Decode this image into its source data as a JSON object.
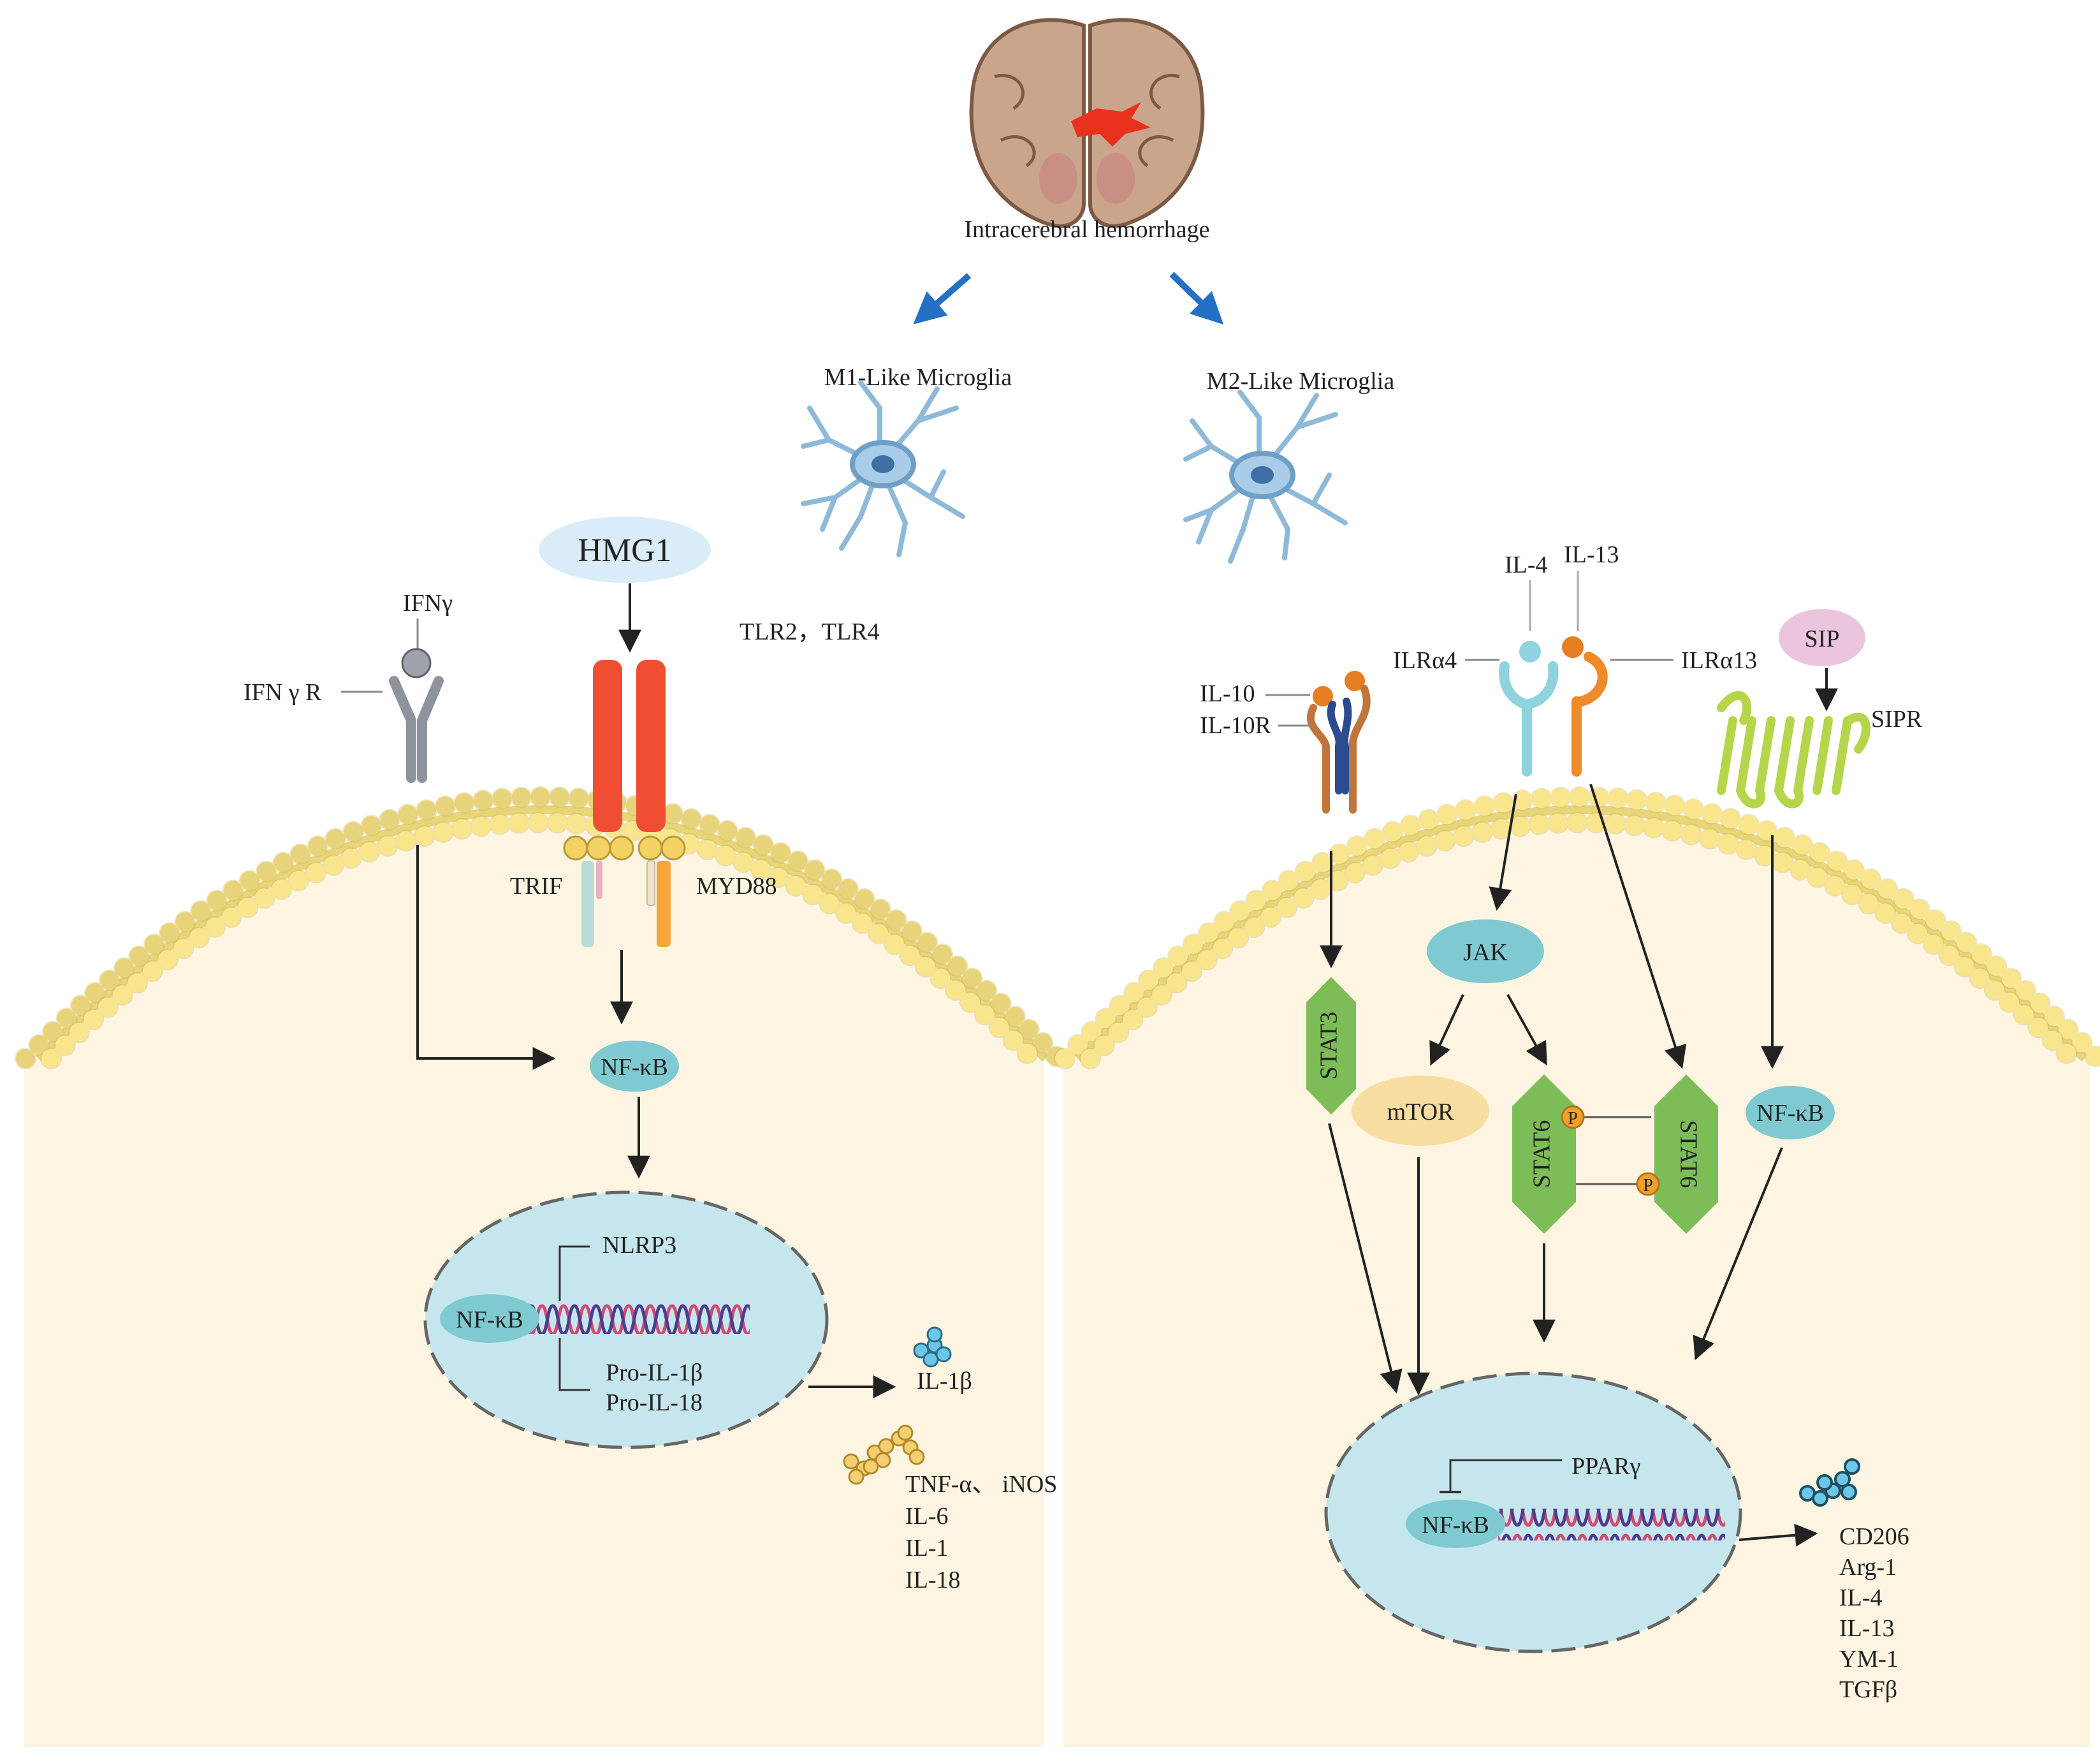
{
  "top": {
    "title": "Intracerebral hemorrhage",
    "m1_label": "M1-Like Microglia",
    "m2_label": "M2-Like Microglia"
  },
  "m1": {
    "hmg1": "HMG1",
    "tlr": "TLR2，TLR4",
    "ifng": "IFNγ",
    "ifngr": "IFN γ R",
    "trif": "TRIF",
    "myd88": "MYD88",
    "nfkb": "NF-κB",
    "nucleus": {
      "nlrp3": "NLRP3",
      "nfkb": "NF-κB",
      "pro_il1b": "Pro-IL-1β",
      "pro_il18": "Pro-IL-18"
    },
    "il1b": "IL-1β",
    "outputs": [
      "TNF-α、 iNOS",
      "IL-6",
      "IL-1",
      "IL-18"
    ]
  },
  "m2": {
    "il4": "IL-4",
    "il13": "IL-13",
    "ilra4": "ILRα4",
    "ilra13": "ILRα13",
    "il10": "IL-10",
    "il10r": "IL-10R",
    "sip": "SIP",
    "sipr": "SIPR",
    "jak": "JAK",
    "stat3": "STAT3",
    "mtor": "mTOR",
    "stat6_a": "STAT6",
    "stat6_b": "STAT6",
    "p": "P",
    "nfkb": "NF-κB",
    "nucleus": {
      "ppar": "PPARγ",
      "nfkb": "NF-κB"
    },
    "outputs": [
      "CD206",
      "Arg-1",
      "IL-4",
      "IL-13",
      "YM-1",
      "TGFβ"
    ]
  },
  "colors": {
    "cytoplasm": "#fdf5e2",
    "nucleus": "#c6e6ee",
    "lipid_head": "#f8e58c",
    "tlr": "#f04e33",
    "nfkb": "#7fc9d1",
    "stat": "#7dbd58",
    "mtor": "#f7dea0",
    "arrow_blue": "#2470c4",
    "sip": "#ebc5de"
  }
}
